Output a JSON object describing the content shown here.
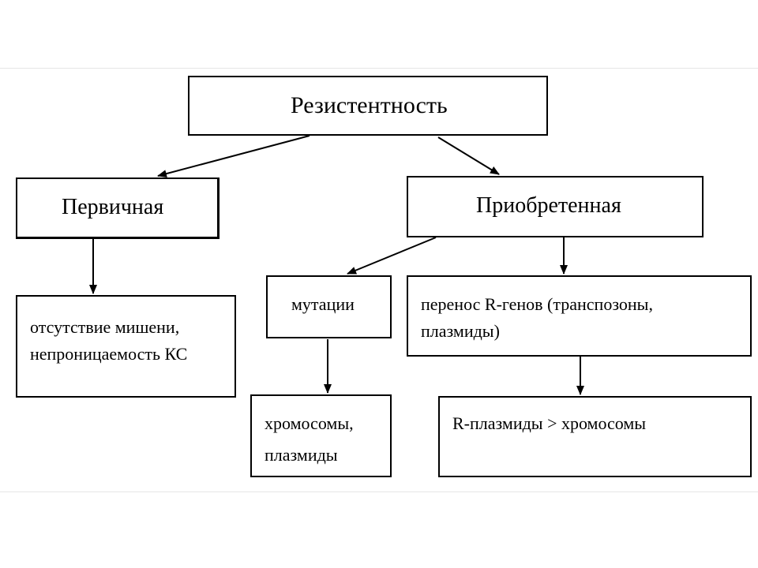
{
  "diagram": {
    "root": "Резистентность",
    "primary": "Первичная",
    "acquired": "Приобретенная",
    "primary_detail_line1": "отсутствие мишени,",
    "primary_detail_line2": "непроницаемость КС",
    "mutations": "мутации",
    "transfer_line1": "перенос R-генов (транспозоны,",
    "transfer_line2": "плазмиды)",
    "mutations_detail_line1": "хромосомы,",
    "mutations_detail_line2": "плазмиды",
    "transfer_detail": "R-плазмиды > хромосомы"
  }
}
